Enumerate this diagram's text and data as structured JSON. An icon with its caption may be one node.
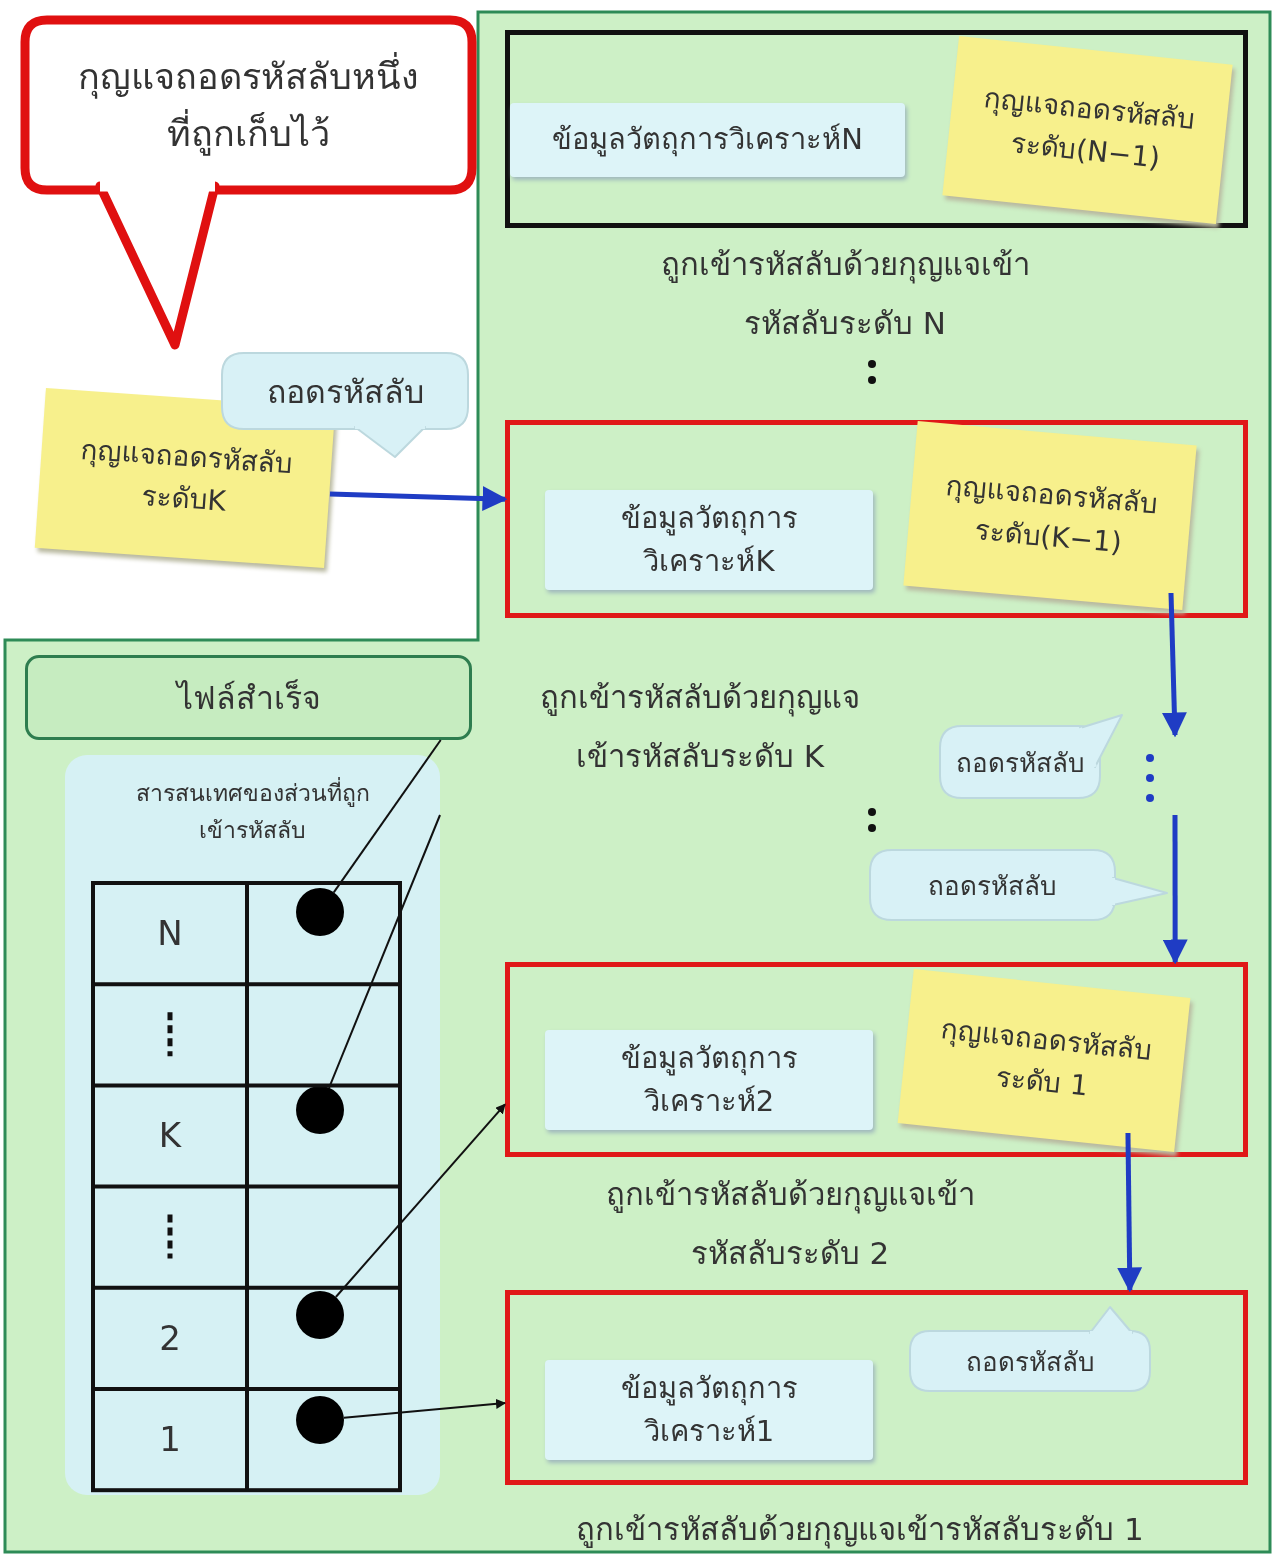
{
  "diagram": {
    "nodes": [
      {
        "text": [
          "กุญแจถอดรหัสลับหนึ่งที่ถูกเก็บไว้"
        ]
      },
      {
        "text": [
          "ถอดรหัสลับ"
        ]
      },
      {
        "text": [
          "กุญแจถอดรหัสลับระดับK"
        ]
      },
      {
        "text": [],
        "shape": "box"
      },
      {
        "text": [
          "ข้อมูลวัตถุการวิเคราะห์N"
        ],
        "in": 3
      },
      {
        "text": [
          "กุญแจถอดรหัสลับระดับ(N−1)"
        ],
        "in": 3
      },
      {
        "text": [],
        "shape": "box"
      },
      {
        "text": [
          "ข้อมูลวัตถุการวิเคราะห์K"
        ],
        "in": 6
      },
      {
        "text": [
          "กุญแจถอดรหัสลับระดับ(K−1)"
        ],
        "in": 6
      },
      {
        "text": [
          "ถอดรหัสลับ"
        ]
      },
      {
        "text": [
          "ถอดรหัสลับ"
        ]
      },
      {
        "text": [],
        "shape": "box"
      },
      {
        "text": [
          "ข้อมูลวัตถุการวิเคราะห์2"
        ],
        "in": 11
      },
      {
        "text": [
          "กุญแจถอดรหัสลับระดับ 1"
        ],
        "in": 11
      },
      {
        "text": [],
        "shape": "box"
      },
      {
        "text": [
          "ข้อมูลวัตถุการวิเคราะห์1"
        ],
        "in": 14
      },
      {
        "text": [
          "ถอดรหัสลับ"
        ],
        "in": 14
      },
      {
        "text": [
          "ไฟล์สำเร็จ"
        ]
      },
      {
        "text": [
          "สารสนเทศของส่วนที่ถูกเข้ารหัสลับ"
        ]
      },
      {
        "text": [],
        "shape": "circle",
        "in": 18
      },
      {
        "text": [],
        "shape": "circle",
        "in": 18
      },
      {
        "text": [],
        "shape": "circle",
        "in": 18
      },
      {
        "text": [],
        "shape": "circle",
        "in": 18
      }
    ],
    "edges": [
      {
        "from": 2,
        "to": 6,
        "arrow": "to",
        "style": "thick",
        "color": "#1f3cc4"
      },
      {
        "from": 8,
        "to": null,
        "arrow": "to",
        "style": "thick",
        "color": "#1f3cc4"
      },
      {
        "from": null,
        "to": 11,
        "arrow": "to",
        "style": "thick",
        "color": "#1f3cc4"
      },
      {
        "from": 13,
        "to": 14,
        "arrow": "to",
        "style": "thick",
        "color": "#1f3cc4"
      },
      {
        "from": 19,
        "to": 17,
        "arrow": "none",
        "color": "#111111"
      },
      {
        "from": 20,
        "to": null,
        "arrow": "none",
        "color": "#111111"
      },
      {
        "from": 21,
        "to": 11,
        "arrow": "to",
        "color": "#111111"
      },
      {
        "from": 22,
        "to": 14,
        "arrow": "to",
        "color": "#111111"
      }
    ],
    "labels": [
      "ถูกเข้ารหัสลับด้วยกุญแจเข้ารหัสลับระดับ N",
      "ถูกเข้ารหัสลับด้วยกุญแจเข้ารหัสลับระดับ K",
      "ถูกเข้ารหัสลับด้วยกุญแจเข้ารหัสลับระดับ 2",
      "ถูกเข้ารหัสลับด้วยกุญแจเข้ารหัสลับระดับ 1",
      "N",
      "K",
      "2",
      "1"
    ]
  }
}
